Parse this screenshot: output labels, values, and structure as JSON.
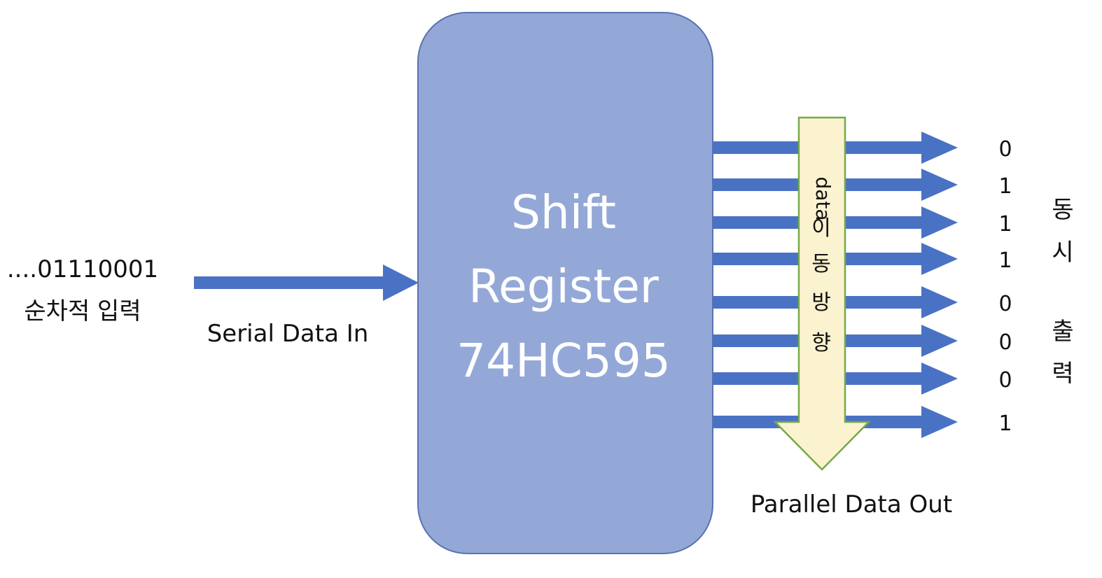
{
  "input": {
    "serial_bits": "....01110001",
    "serial_caption": "순차적 입력",
    "arrow_label": "Serial Data In"
  },
  "register": {
    "line1": "Shift",
    "line2": "Register",
    "line3": "74HC595"
  },
  "movement": {
    "label_latin": "data",
    "label_chars": [
      "이",
      "동",
      "방",
      "향"
    ]
  },
  "output": {
    "bits": [
      "0",
      "1",
      "1",
      "1",
      "0",
      "0",
      "0",
      "1"
    ],
    "caption_top": [
      "동",
      "시"
    ],
    "caption_bottom": [
      "출",
      "력"
    ],
    "arrow_label": "Parallel Data Out"
  },
  "colors": {
    "register_fill": "#94a8d8",
    "register_stroke": "#5b72b0",
    "arrow_blue": "#4a72c4",
    "movement_fill": "#fbf2cf",
    "movement_stroke": "#77a84a"
  }
}
